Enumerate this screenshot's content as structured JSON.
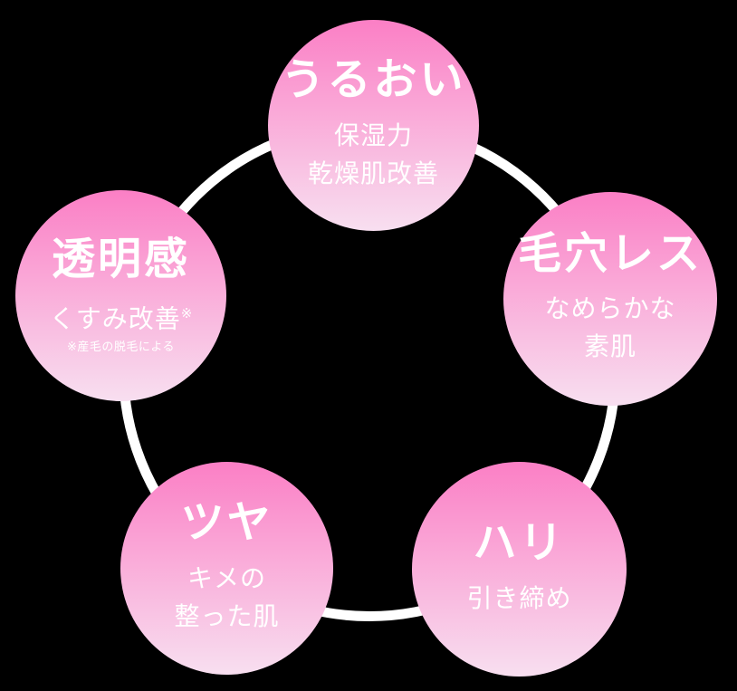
{
  "colors": {
    "background": "#000000",
    "ring": "#ffffff",
    "bubble_gradient_top": "#fb7fc5",
    "bubble_gradient_bottom": "#f8dff0",
    "text": "#ffffff"
  },
  "bubbles": {
    "moisture": {
      "title": "うるおい",
      "lines": [
        "保湿力",
        "乾燥肌改善"
      ]
    },
    "clarity": {
      "title": "透明感",
      "line": "くすみ改善",
      "sup": "※",
      "note": "※産毛の脱毛による"
    },
    "poreless": {
      "title": "毛穴レス",
      "lines": [
        "なめらかな",
        "素肌"
      ]
    },
    "glow": {
      "title": "ツヤ",
      "lines": [
        "キメの",
        "整った肌"
      ]
    },
    "firmness": {
      "title": "ハリ",
      "lines": [
        "引き締め"
      ]
    }
  }
}
